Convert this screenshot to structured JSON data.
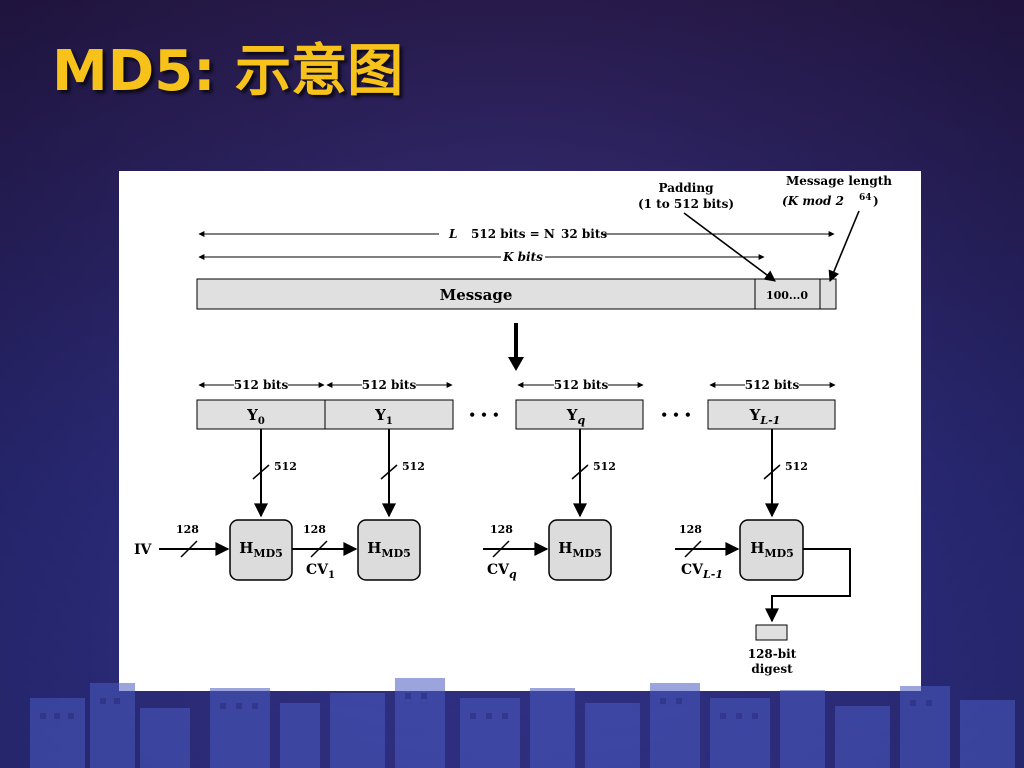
{
  "slide": {
    "title": "MD5: 示意图"
  },
  "diagram": {
    "padding_label": [
      "Padding",
      "(1 to 512 bits)"
    ],
    "message_length_label": "Message length",
    "message_length_mod": "(K mod 2",
    "message_length_exp": "64",
    "message_length_close": ")",
    "L_label": "L",
    "bits_eq": "512 bits = N",
    "N_label": "N",
    "bits_32": "32 bits",
    "K_bits": "K bits",
    "message": "Message",
    "padding_value": "100...0",
    "blocks": [
      {
        "base": "Y",
        "sub": "0",
        "width_label": "512 bits"
      },
      {
        "base": "Y",
        "sub": "1",
        "width_label": "512 bits"
      },
      {
        "base": "Y",
        "sub": "q",
        "width_label": "512 bits"
      },
      {
        "base": "Y",
        "sub": "L-1",
        "width_label": "512 bits"
      }
    ],
    "ellipsis": "• • •",
    "input_width": "512",
    "chain_width": "128",
    "iv": "IV",
    "h_base": "H",
    "h_sub": "MD5",
    "chain_vars": [
      {
        "base": "CV",
        "sub": "1"
      },
      {
        "base": "CV",
        "sub": "q"
      },
      {
        "base": "CV",
        "sub": "L-1"
      }
    ],
    "digest_label": [
      "128-bit",
      "digest"
    ]
  }
}
